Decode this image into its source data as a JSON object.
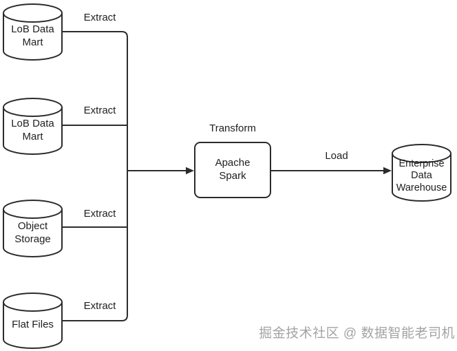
{
  "diagram": {
    "type": "etl-flow",
    "sources": [
      {
        "label": "LoB Data Mart",
        "edge_label": "Extract"
      },
      {
        "label": "LoB Data Mart",
        "edge_label": "Extract"
      },
      {
        "label": "Object Storage",
        "edge_label": "Extract"
      },
      {
        "label": "Flat Files",
        "edge_label": "Extract"
      }
    ],
    "transform": {
      "stage_label": "Transform",
      "node_label": "Apache Spark"
    },
    "load": {
      "edge_label": "Load",
      "node_label": "Enterprise Data Warehouse"
    },
    "colors": {
      "stroke": "#2b2b2b",
      "node_fill": "#ffffff",
      "text": "#202020",
      "watermark": "#a3a3a3"
    }
  },
  "watermark": {
    "text": "掘金技术社区 @ 数据智能老司机"
  }
}
